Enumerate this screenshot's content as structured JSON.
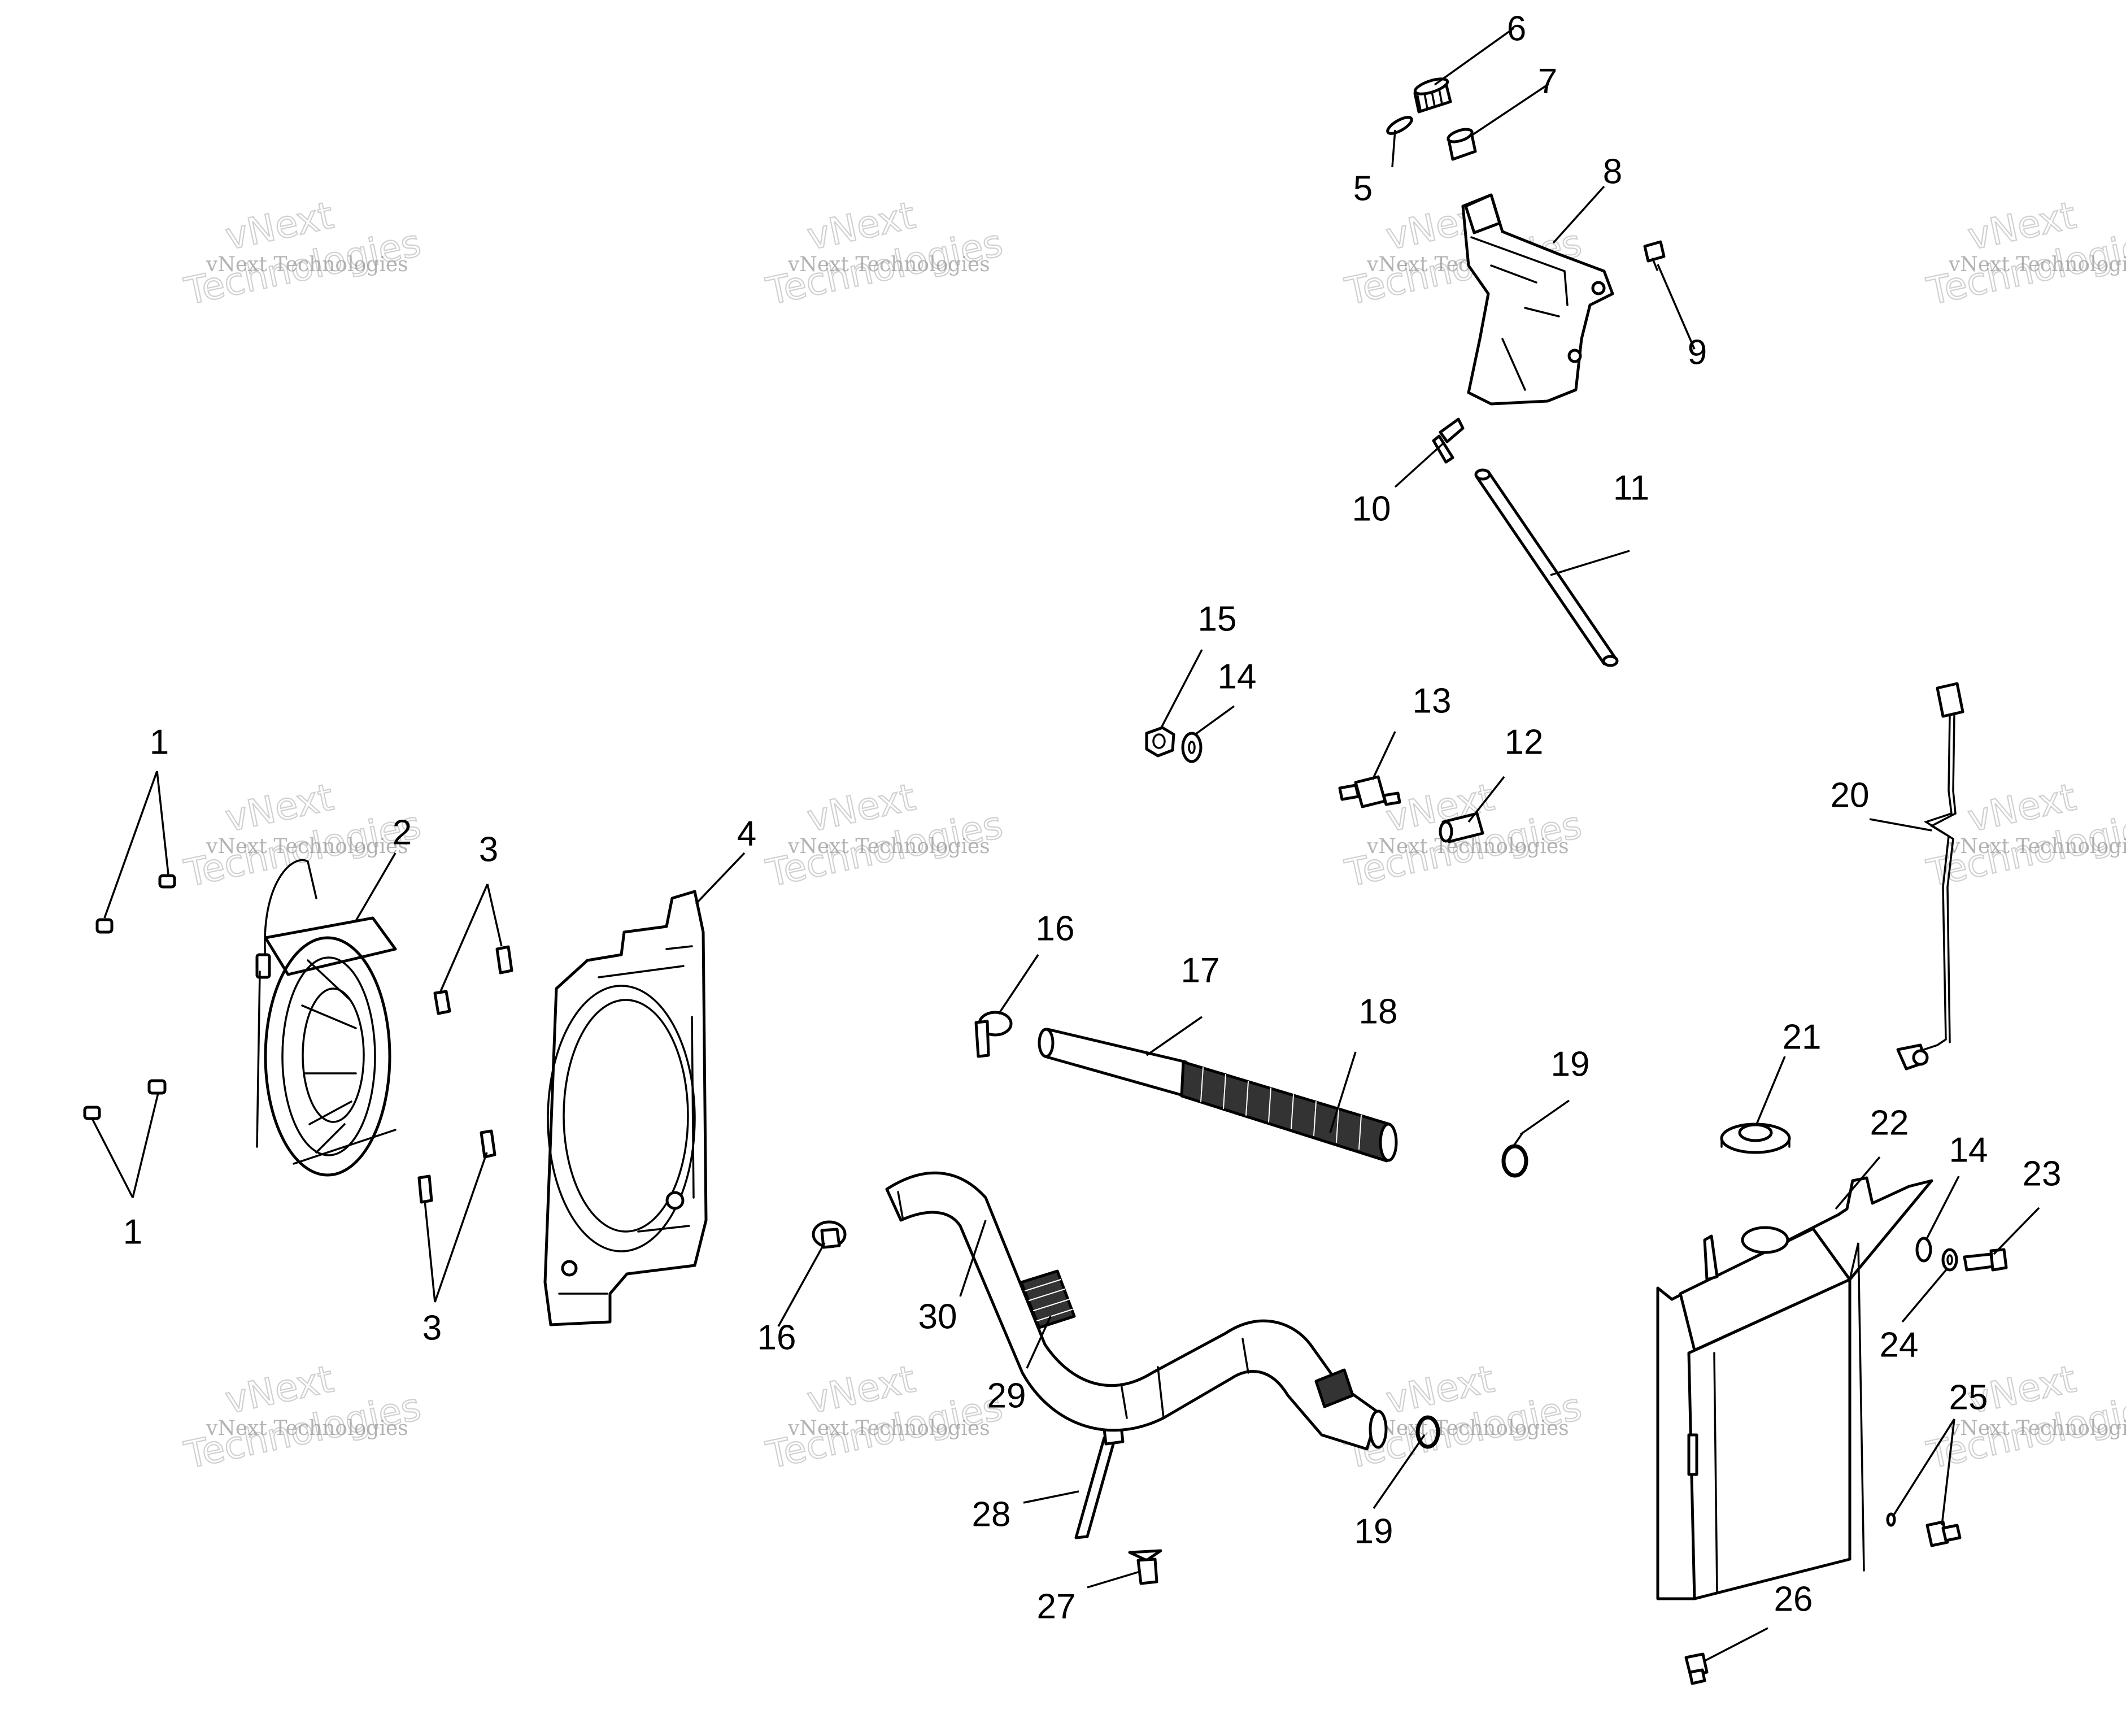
{
  "watermark": {
    "text_small": "vNext Technologies",
    "text_big_1": "vNext",
    "text_big_2": "Technologies"
  },
  "callouts": [
    {
      "id": "1a",
      "label": "1"
    },
    {
      "id": "1b",
      "label": "1"
    },
    {
      "id": "2",
      "label": "2"
    },
    {
      "id": "3a",
      "label": "3"
    },
    {
      "id": "3b",
      "label": "3"
    },
    {
      "id": "4",
      "label": "4"
    },
    {
      "id": "5",
      "label": "5"
    },
    {
      "id": "6",
      "label": "6"
    },
    {
      "id": "7",
      "label": "7"
    },
    {
      "id": "8",
      "label": "8"
    },
    {
      "id": "9",
      "label": "9"
    },
    {
      "id": "10",
      "label": "10"
    },
    {
      "id": "11",
      "label": "11"
    },
    {
      "id": "12",
      "label": "12"
    },
    {
      "id": "13",
      "label": "13"
    },
    {
      "id": "14a",
      "label": "14"
    },
    {
      "id": "14b",
      "label": "14"
    },
    {
      "id": "15",
      "label": "15"
    },
    {
      "id": "16a",
      "label": "16"
    },
    {
      "id": "16b",
      "label": "16"
    },
    {
      "id": "17",
      "label": "17"
    },
    {
      "id": "18",
      "label": "18"
    },
    {
      "id": "19a",
      "label": "19"
    },
    {
      "id": "19b",
      "label": "19"
    },
    {
      "id": "20",
      "label": "20"
    },
    {
      "id": "21",
      "label": "21"
    },
    {
      "id": "22",
      "label": "22"
    },
    {
      "id": "23",
      "label": "23"
    },
    {
      "id": "24",
      "label": "24"
    },
    {
      "id": "25",
      "label": "25"
    },
    {
      "id": "26",
      "label": "26"
    },
    {
      "id": "27",
      "label": "27"
    },
    {
      "id": "28",
      "label": "28"
    },
    {
      "id": "29",
      "label": "29"
    },
    {
      "id": "30",
      "label": "30"
    }
  ]
}
